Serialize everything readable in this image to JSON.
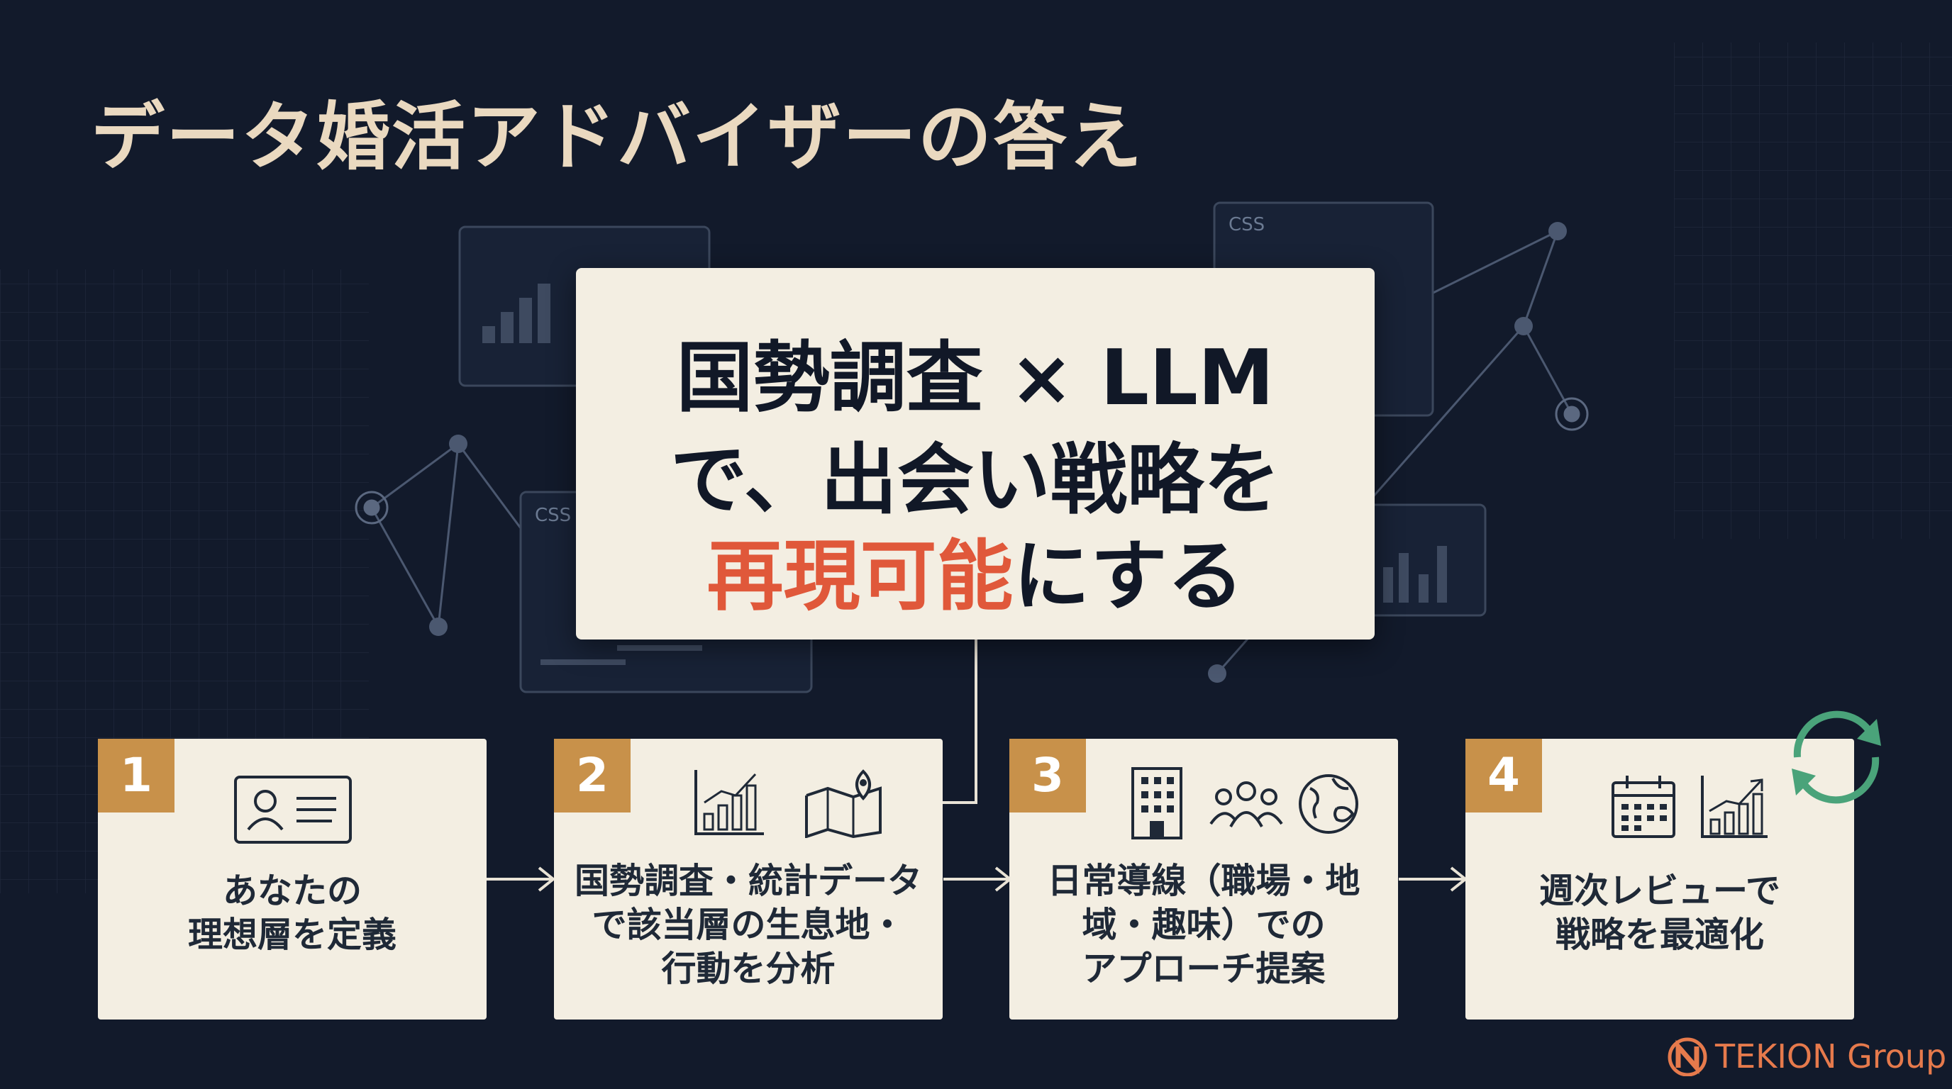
{
  "title": "データ婚活アドバイザーの答え",
  "hero": {
    "line1": "国勢調査 × LLM",
    "line2": "で、出会い戦略を",
    "line3_highlight": "再現可能",
    "line3_rest": "にする"
  },
  "steps": [
    {
      "num": "1",
      "lines": [
        "あなたの",
        "理想層を定義"
      ],
      "icons": [
        "id-card-icon"
      ]
    },
    {
      "num": "2",
      "lines": [
        "国勢調査・統計データ",
        "で該当層の生息地・",
        "行動を分析"
      ],
      "icons": [
        "bar-chart-icon",
        "map-pin-icon"
      ]
    },
    {
      "num": "3",
      "lines": [
        "日常導線（職場・地",
        "域・趣味）での",
        "アプローチ提案"
      ],
      "icons": [
        "building-icon",
        "people-icon",
        "globe-icon"
      ]
    },
    {
      "num": "4",
      "lines": [
        "週次レビューで",
        "戦略を最適化"
      ],
      "icons": [
        "calendar-icon",
        "growth-chart-icon",
        "refresh-cycle-icon"
      ]
    }
  ],
  "background_labels": [
    "CSS",
    "CSS"
  ],
  "logo": {
    "text": "TEKION Group"
  },
  "colors": {
    "background": "#121a2b",
    "card": "#f3eee2",
    "accent": "#e0583a",
    "badge": "#c8914a",
    "title": "#ead9c0",
    "logo": "#e67a4c",
    "cycle": "#4aa37a"
  }
}
